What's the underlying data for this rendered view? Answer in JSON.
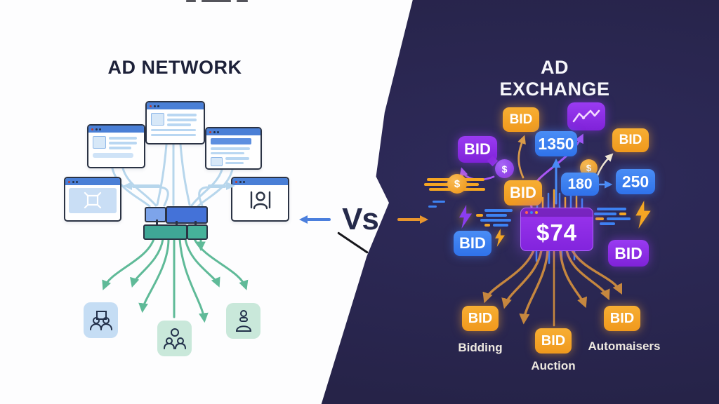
{
  "center": {
    "vs_label": "Vs"
  },
  "left": {
    "title": "AD NETWORK",
    "palette": {
      "window_bar_blue": "#4a7fd6",
      "flow_blue": "#b7d6ec",
      "flow_teal": "#5fba98",
      "hub_blue": "#4472d8",
      "hub_teal": "#3fa796",
      "card_blue": "#c5ddf4",
      "card_teal": "#c9e8da"
    }
  },
  "right": {
    "title": "AD EXCHANGE",
    "bid_label": "BID",
    "coin_symbol": "$",
    "values": {
      "bid_1350": "1350",
      "bid_180": "180",
      "bid_250": "250",
      "winning_price": "$74"
    },
    "labels": {
      "bidding": "Bidding",
      "auction": "Auction",
      "advertisers": "Automaisers"
    },
    "palette": {
      "bg": "#29264f",
      "orange": "#f4a028",
      "purple": "#8b2ce0",
      "blue": "#3d82f2",
      "flow_tan": "#c6873f"
    }
  }
}
